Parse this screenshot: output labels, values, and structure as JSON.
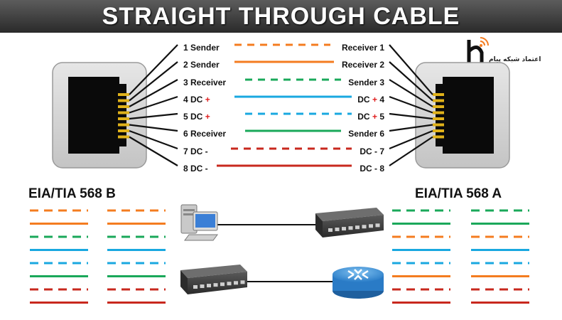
{
  "title": "STRAIGHT THROUGH CABLE",
  "pins_left": [
    "1 Sender",
    "2 Sender",
    "3 Receiver",
    "4 DC",
    "5 DC",
    "6 Receiver",
    "7 DC -",
    "8 DC -"
  ],
  "pins_right": [
    "Receiver  1",
    "Receiver 2",
    "Sender 3",
    "DC",
    "DC",
    "Sender 6",
    "DC - 7",
    "DC - 8"
  ],
  "plus_sign": "+",
  "left_plus_num_4": "4",
  "right_plus_num_5": "5",
  "standard_b": "EIA/TIA 568 B",
  "standard_a": "EIA/TIA 568 A",
  "logo_text": "اعتماد شبکه پیام",
  "colors": {
    "orange": "#f47c20",
    "green": "#1aa85a",
    "blue": "#19a8e0",
    "brown": "#c8281e",
    "connector": "#d8d8d8",
    "wire": "#111111"
  },
  "wires": [
    {
      "color": "orange",
      "dashed": true
    },
    {
      "color": "orange",
      "dashed": false
    },
    {
      "color": "green",
      "dashed": true
    },
    {
      "color": "blue",
      "dashed": false
    },
    {
      "color": "blue",
      "dashed": true
    },
    {
      "color": "green",
      "dashed": false
    },
    {
      "color": "brown",
      "dashed": true
    },
    {
      "color": "brown",
      "dashed": false
    }
  ],
  "t568b": [
    {
      "color": "orange",
      "dashed": true
    },
    {
      "color": "orange",
      "dashed": false
    },
    {
      "color": "green",
      "dashed": true
    },
    {
      "color": "blue",
      "dashed": false
    },
    {
      "color": "blue",
      "dashed": true
    },
    {
      "color": "green",
      "dashed": false
    },
    {
      "color": "brown",
      "dashed": true
    },
    {
      "color": "brown",
      "dashed": false
    }
  ],
  "t568a": [
    {
      "color": "green",
      "dashed": true
    },
    {
      "color": "green",
      "dashed": false
    },
    {
      "color": "orange",
      "dashed": true
    },
    {
      "color": "blue",
      "dashed": false
    },
    {
      "color": "blue",
      "dashed": true
    },
    {
      "color": "orange",
      "dashed": false
    },
    {
      "color": "brown",
      "dashed": true
    },
    {
      "color": "brown",
      "dashed": false
    }
  ],
  "devices_top": [
    "computer-icon",
    "switch-icon"
  ],
  "devices_bottom": [
    "switch-icon",
    "router-icon"
  ]
}
